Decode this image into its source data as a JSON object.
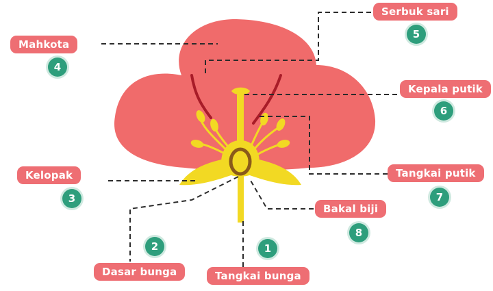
{
  "labels": [
    {
      "number": "1",
      "text": "Tangkai bunga"
    },
    {
      "number": "2",
      "text": "Dasar bunga"
    },
    {
      "number": "3",
      "text": "Kelopak"
    },
    {
      "number": "4",
      "text": "Mahkota"
    },
    {
      "number": "5",
      "text": "Serbuk sari"
    },
    {
      "number": "6",
      "text": "Kepala putik"
    },
    {
      "number": "7",
      "text": "Tangkai putik"
    },
    {
      "number": "8",
      "text": "Bakal biji"
    }
  ],
  "colors": {
    "petal": "#f06b6b",
    "filament": "#a81c28",
    "flower_yellow": "#f2d923",
    "ovule": "#8a5a1a",
    "label_bg": "#ee6e73",
    "number_bg": "#2e9e7c"
  }
}
